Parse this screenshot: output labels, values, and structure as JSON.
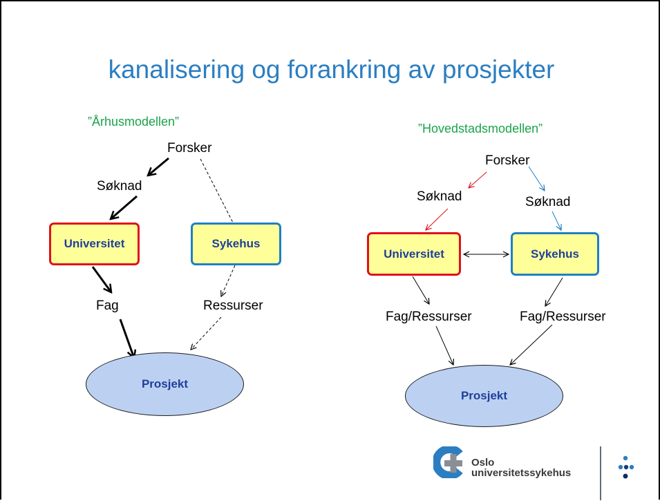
{
  "slide": {
    "title": "kanalisering og forankring av prosjekter"
  },
  "left_model": {
    "name": "”Århusmodellen”",
    "forsker": "Forsker",
    "soknad": "Søknad",
    "universitet": "Universitet",
    "sykehus": "Sykehus",
    "fag": "Fag",
    "ressurser": "Ressurser",
    "prosjekt": "Prosjekt"
  },
  "right_model": {
    "name": "”Hovedstadsmodellen”",
    "forsker": "Forsker",
    "soknad_left": "Søknad",
    "soknad_right": "Søknad",
    "universitet": "Universitet",
    "sykehus": "Sykehus",
    "fag_ressurser_left": "Fag/Ressurser",
    "fag_ressurser_right": "Fag/Ressurser",
    "prosjekt": "Prosjekt"
  },
  "logo": {
    "line1": "Oslo",
    "line2": "universitetssykehus",
    "brand_blue": "#2b7ec1",
    "brand_gray": "#8a8f96"
  },
  "colors": {
    "title": "#2b7ec1",
    "model_name": "#1aa34a",
    "box_fill": "#ffff99",
    "universitet_border": "#e0101a",
    "sykehus_border": "#1f7fc4",
    "prosjekt_fill": "#bcd1f2",
    "arrow_red": "#e0101a",
    "arrow_blue": "#1f7fc4"
  }
}
